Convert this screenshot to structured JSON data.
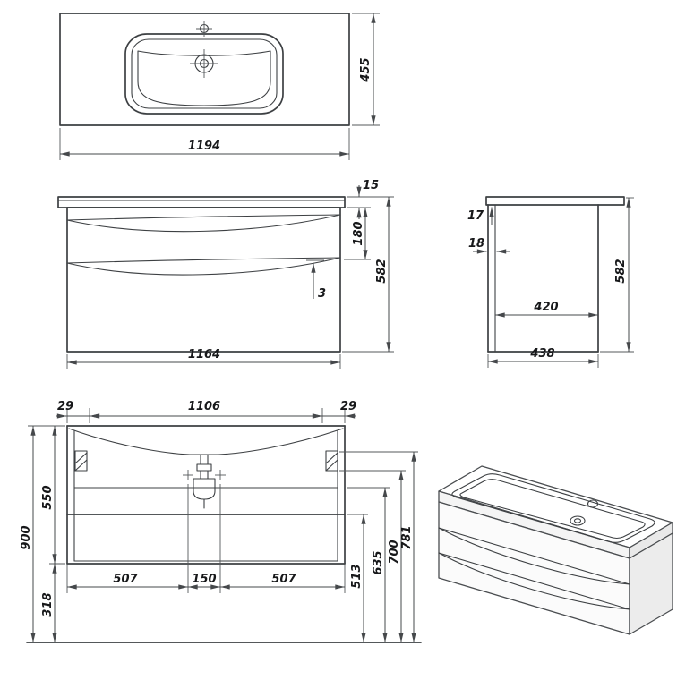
{
  "colors": {
    "line": "#3d4043",
    "background": "#ffffff"
  },
  "views": {
    "plan": {
      "width": "1194",
      "depth": "455"
    },
    "front": {
      "countertop_thickness": "15",
      "top_drawer_height": "180",
      "height": "582",
      "reveal_gap": "3",
      "width": "1164"
    },
    "side": {
      "top_detail": "17",
      "front_panel": "18",
      "height": "582",
      "body_depth": "420",
      "depth": "438"
    },
    "section": {
      "edge_left": "29",
      "opening_width": "1106",
      "edge_right": "29",
      "total_height": "900",
      "body_height": "550",
      "floor_clearance": "318",
      "span_left": "507",
      "trap_span": "150",
      "span_right": "507",
      "height_shelf": "513",
      "height_divider": "635",
      "height_bracket": "700",
      "height_top": "781"
    }
  }
}
